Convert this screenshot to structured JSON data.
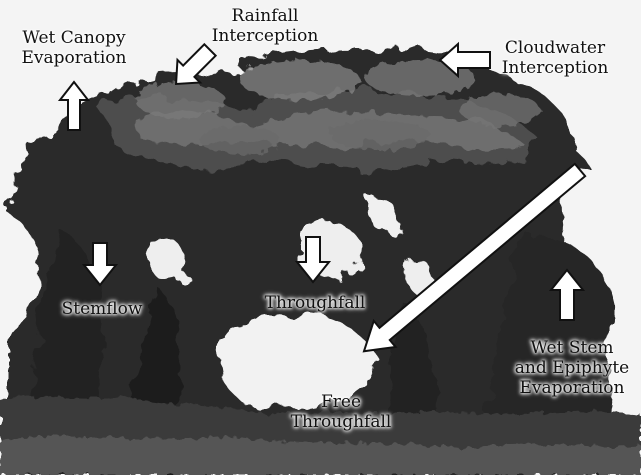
{
  "labels": {
    "wet_canopy_evaporation": [
      "Wet Canopy",
      "Evaporation"
    ],
    "rainfall_interception": [
      "Rainfall",
      "Interception"
    ],
    "cloudwater_interception": [
      "Cloudwater",
      "Interception"
    ],
    "stemflow": "Stemflow",
    "throughfall": "Throughfall",
    "free_throughfall": [
      "Free",
      "Throughfall"
    ],
    "wet_stem_epiphyte_evaporation": [
      "Wet Stem",
      "and Epiphyte",
      "Evaporation"
    ]
  },
  "arrows": [
    {
      "name": "wet-canopy-evaporation-arrow",
      "direction": "up"
    },
    {
      "name": "rainfall-interception-arrow",
      "direction": "down-left"
    },
    {
      "name": "cloudwater-interception-arrow",
      "direction": "left"
    },
    {
      "name": "stemflow-arrow",
      "direction": "down"
    },
    {
      "name": "throughfall-arrow",
      "direction": "down"
    },
    {
      "name": "free-throughfall-arrow",
      "direction": "down-left"
    },
    {
      "name": "wet-stem-epiphyte-evaporation-arrow",
      "direction": "up"
    }
  ],
  "colors": {
    "sky": "#f4f4f4",
    "foliage_dark": "#1c1c1c",
    "foliage_mid": "#4a4a4a",
    "foliage_light": "#8a8a8a",
    "arrow_fill": "#ffffff",
    "arrow_stroke": "#111111"
  }
}
